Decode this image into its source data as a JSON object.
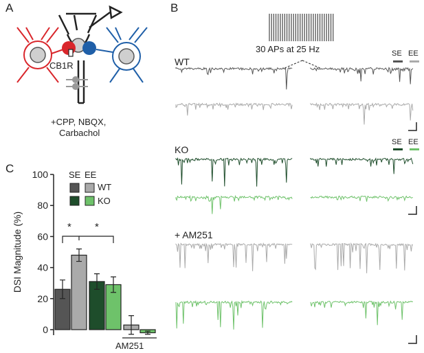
{
  "panels": {
    "a": {
      "letter": "A",
      "receptor": "CB1R",
      "drugs": [
        "+CPP, NBQX,",
        "Carbachol"
      ]
    },
    "b": {
      "letter": "B",
      "stim": "30 APs at 25 Hz",
      "groups": [
        {
          "label": "WT",
          "legend": [
            "SE",
            "EE"
          ],
          "colors": [
            "#555555",
            "#aaaaaa"
          ]
        },
        {
          "label": "KO",
          "legend": [
            "SE",
            "EE"
          ],
          "colors": [
            "#1e4d2b",
            "#6ec26a"
          ]
        },
        {
          "label": "+ AM251",
          "legend": [],
          "colors": [
            "#aaaaaa",
            "#6ec26a"
          ]
        }
      ]
    },
    "c": {
      "letter": "C",
      "legend_headers": [
        "SE",
        "EE"
      ],
      "legend_rows": [
        "WT",
        "KO"
      ],
      "group_label": "AM251",
      "sig": [
        "*",
        "*"
      ]
    }
  },
  "colors": {
    "wt_se": "#555555",
    "wt_ee": "#aaaaaa",
    "ko_se": "#1e4d2b",
    "ko_ee": "#6ec26a",
    "red": "#d9262b",
    "blue": "#1f5fa8"
  },
  "chart_data": {
    "type": "bar",
    "title": "",
    "xlabel": "",
    "ylabel": "DSI Magnitude (%)",
    "ylim": [
      0,
      100
    ],
    "yticks": [
      "0",
      "20",
      "40",
      "60",
      "80",
      "100"
    ],
    "bars": [
      {
        "name": "WT SE",
        "value": 26,
        "err": 6
      },
      {
        "name": "WT EE",
        "value": 48,
        "err": 4
      },
      {
        "name": "KO SE",
        "value": 31,
        "err": 5
      },
      {
        "name": "KO EE",
        "value": 29,
        "err": 5
      },
      {
        "name": "AM251 EE",
        "value": 3,
        "err": 6
      },
      {
        "name": "AM251 KO EE",
        "value": -2,
        "err": 1
      }
    ]
  }
}
